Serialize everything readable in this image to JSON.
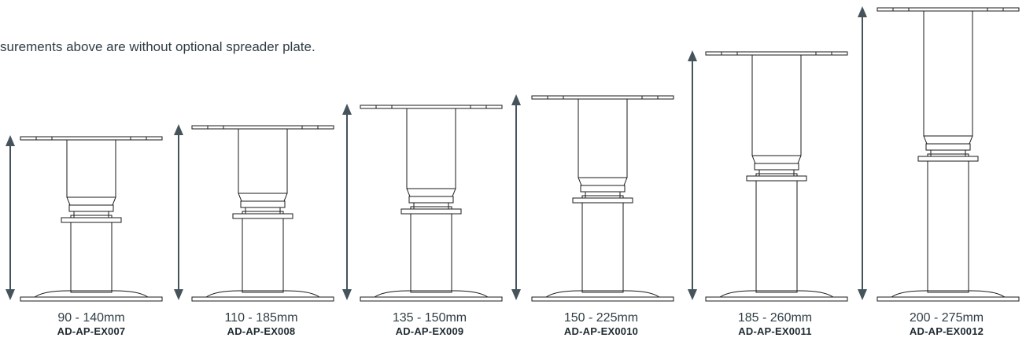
{
  "note": "surements above are without optional spreader plate.",
  "colors": {
    "arrow": "#45535b",
    "line": "#1a1a1a",
    "text": "#2f3d45"
  },
  "items": [
    {
      "range": "90 - 140mm",
      "code": "AD-AP-EX007"
    },
    {
      "range": "110 - 185mm",
      "code": "AD-AP-EX008"
    },
    {
      "range": "135 - 150mm",
      "code": "AD-AP-EX009"
    },
    {
      "range": "150 - 225mm",
      "code": "AD-AP-EX0010"
    },
    {
      "range": "185 - 260mm",
      "code": "AD-AP-EX0011"
    },
    {
      "range": "200 - 275mm",
      "code": "AD-AP-EX0012"
    }
  ]
}
